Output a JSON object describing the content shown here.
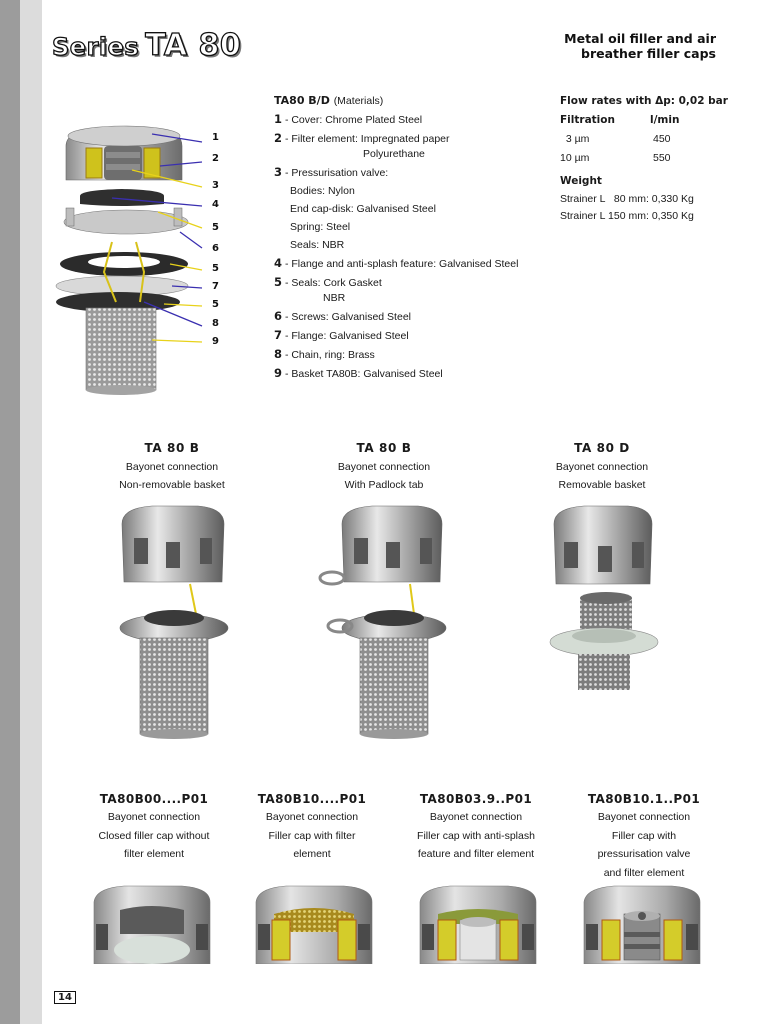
{
  "header": {
    "series_label": "Series",
    "model_label": "TA 80",
    "subtitle_line1": "Metal oil filler and air",
    "subtitle_line2": "breather filler caps"
  },
  "diagram": {
    "callouts": [
      "1",
      "2",
      "3",
      "4",
      "5",
      "6",
      "5",
      "7",
      "5",
      "8",
      "9"
    ],
    "colors": {
      "arrow_blue": "#3a2fb0",
      "arrow_yellow": "#e8d21a"
    }
  },
  "materials": {
    "heading_bold": "TA80 B/D",
    "heading_light": "(Materials)",
    "items": [
      {
        "num": "1",
        "text": "- Cover: Chrome Plated Steel"
      },
      {
        "num": "2",
        "text": "- Filter element: Impregnated paper",
        "extra": "Polyurethane"
      },
      {
        "num": "3",
        "text": "- Pressurisation valve:",
        "sub": [
          "Bodies: Nylon",
          "End cap-disk: Galvanised Steel",
          "Spring: Steel",
          "Seals: NBR"
        ]
      },
      {
        "num": "4",
        "text": "- Flange and anti-splash feature: Galvanised Steel"
      },
      {
        "num": "5",
        "text": "- Seals: Cork Gasket",
        "extra": "NBR"
      },
      {
        "num": "6",
        "text": "- Screws: Galvanised Steel"
      },
      {
        "num": "7",
        "text": "- Flange: Galvanised Steel"
      },
      {
        "num": "8",
        "text": "- Chain, ring: Brass"
      },
      {
        "num": "9",
        "text": "- Basket TA80B: Galvanised Steel"
      }
    ]
  },
  "flow": {
    "title": "Flow rates with Δp: 0,02 bar",
    "col_filtration": "Filtration",
    "col_flow": "l/min",
    "rows": [
      {
        "filtration": "  3 µm",
        "flow": "450"
      },
      {
        "filtration": "10 µm",
        "flow": "550"
      }
    ],
    "weight_title": "Weight",
    "weights": [
      "Strainer L   80 mm: 0,330 Kg",
      "Strainer L 150 mm: 0,350 Kg"
    ]
  },
  "variants": [
    {
      "name": "TA 80 B",
      "line1": "Bayonet connection",
      "line2": "Non-removable basket"
    },
    {
      "name": "TA 80 B",
      "line1": "Bayonet connection",
      "line2": "With Padlock tab"
    },
    {
      "name": "TA 80 D",
      "line1": "Bayonet connection",
      "line2": "Removable basket"
    }
  ],
  "codes": [
    {
      "name": "TA80B00....P01",
      "lines": [
        "Bayonet connection",
        "Closed filler cap without",
        "filter element"
      ]
    },
    {
      "name": "TA80B10....P01",
      "lines": [
        "Bayonet connection",
        "Filler cap with filter",
        "element"
      ]
    },
    {
      "name": "TA80B03.9..P01",
      "lines": [
        "Bayonet connection",
        "Filler cap with anti-splash",
        "feature and filter element"
      ]
    },
    {
      "name": "TA80B10.1..P01",
      "lines": [
        "Bayonet connection",
        "Filler cap with",
        "pressurisation valve",
        "and filter element"
      ]
    }
  ],
  "page_number": "14"
}
